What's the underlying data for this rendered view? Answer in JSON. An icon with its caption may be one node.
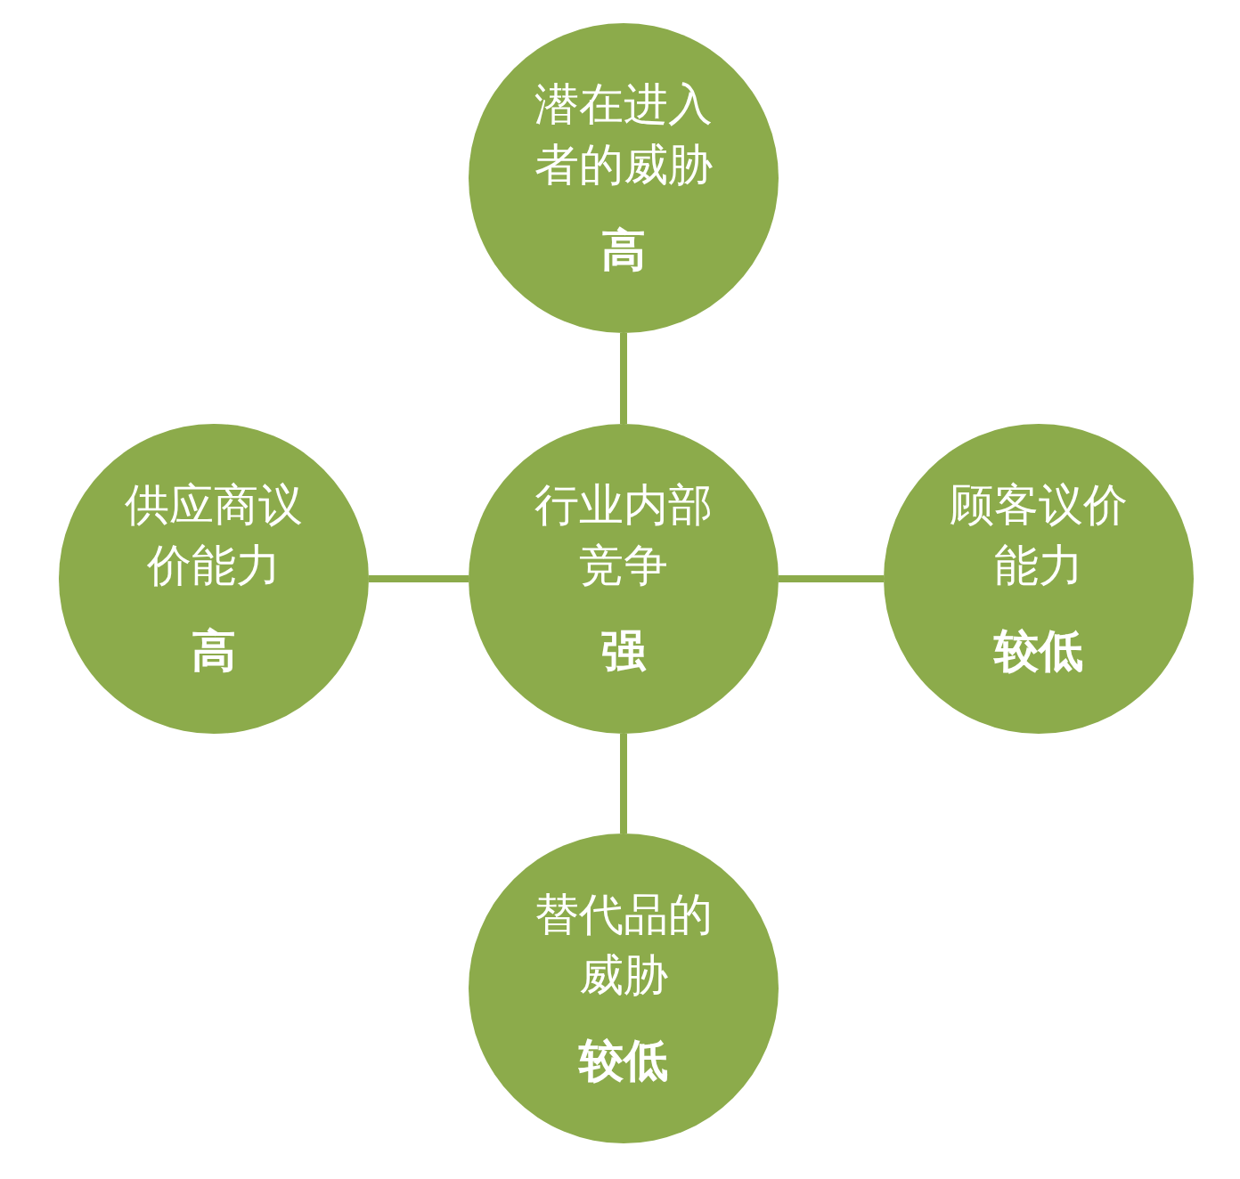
{
  "diagram": {
    "nodes": [
      {
        "text": [
          "潜在进入者的威胁",
          "高"
        ]
      },
      {
        "text": [
          "供应商议价能力",
          "高"
        ]
      },
      {
        "text": [
          "行业内部竞争",
          "强"
        ]
      },
      {
        "text": [
          "顾客议价能力",
          "较低"
        ]
      },
      {
        "text": [
          "替代品的威胁",
          "较低"
        ]
      }
    ],
    "edges": [
      {
        "from": 2,
        "to": 0,
        "arrow": "none"
      },
      {
        "from": 2,
        "to": 1,
        "arrow": "none"
      },
      {
        "from": 2,
        "to": 3,
        "arrow": "none"
      },
      {
        "from": 2,
        "to": 4,
        "arrow": "none"
      }
    ]
  }
}
